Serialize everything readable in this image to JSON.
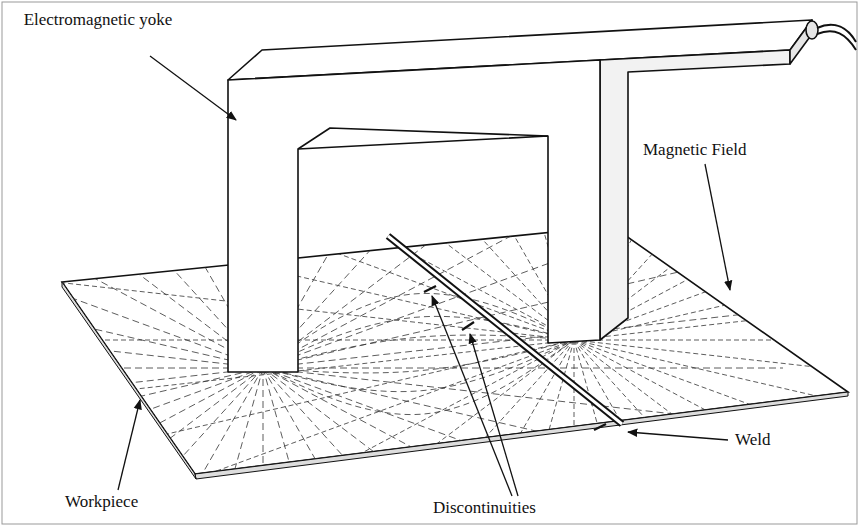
{
  "diagram": {
    "labels": [
      "Electromagnetic yoke",
      "Magnetic Field",
      "Weld",
      "Workpiece",
      "Discontinuities"
    ]
  }
}
